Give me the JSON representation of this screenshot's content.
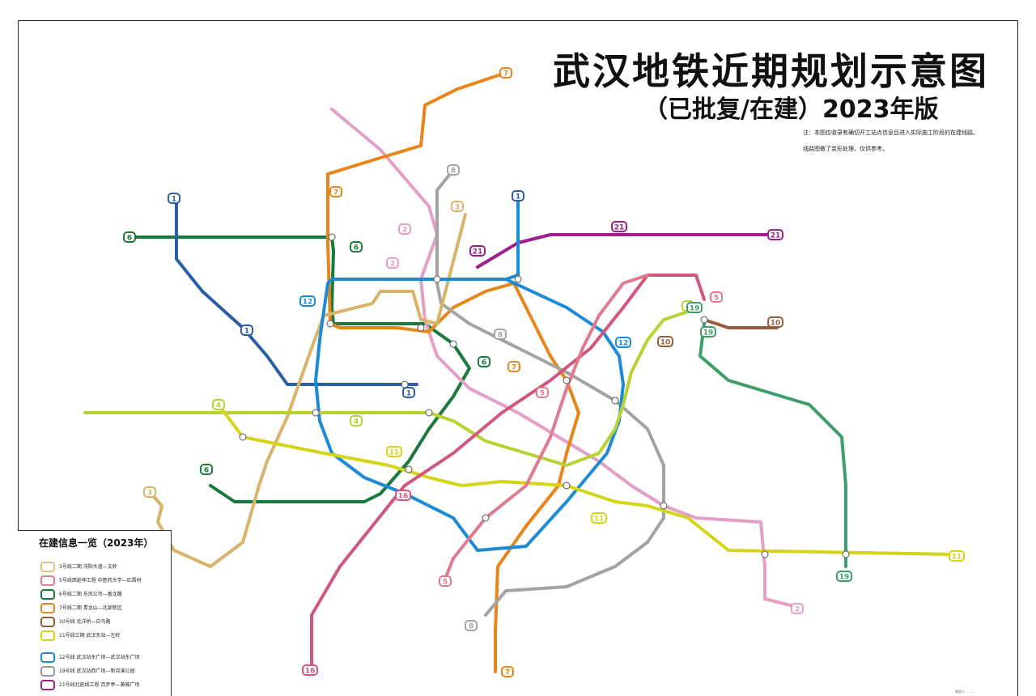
{
  "title": "武汉地铁近期规划示意图",
  "subtitle": "（已批复/在建）2023年版",
  "notes": [
    "注：本图仅收录有确切开工站点信息且进入实际施工阶段的在建线路。",
    "线路图做了变形处理，仅供参考。"
  ],
  "legend": {
    "title": "在建信息一览（2023年）",
    "items": [
      {
        "color": "#e9c27a",
        "text": "3号线二期  沌阳大道—文岭"
      },
      {
        "color": "#e07a8f",
        "text": "5号线西延伸工程  中医药大学—红霞村"
      },
      {
        "color": "#1a7a3c",
        "text": "6号线二期  东风公司—香龙路"
      },
      {
        "color": "#e8851a",
        "text": "7号线二期  青龙山—北部新区"
      },
      {
        "color": "#9a5b3c",
        "text": "10号线  北洋桥—白马路"
      },
      {
        "color": "#d6d419",
        "text": "11号线三期  武汉东站—左岭"
      },
      {
        "color": "#1d8ad6",
        "text": "12号线  武汉站东广场—武汉站东广场"
      },
      {
        "color": "#9a9a9a",
        "text": "19号线  武汉站西广场—新月溪公园"
      },
      {
        "color": "#9b1f8c",
        "text": "21号线北延线工程  百步亭—黄陂广场"
      }
    ]
  },
  "line_colors": {
    "1": "#2a5ea8",
    "2": "#e59ec6",
    "3": "#d7b46a",
    "4": "#b9d233",
    "5": "#e07a8f",
    "6": "#1a7a3c",
    "7": "#e8851a",
    "8": "#a3a3a3",
    "10": "#9a5b3c",
    "11": "#d6d419",
    "12": "#1d8ad6",
    "16": "#d2577d",
    "19": "#3e9e6a",
    "21": "#9b1f8c"
  },
  "line_badges": [
    {
      "label": "1"
    },
    {
      "label": "1"
    },
    {
      "label": "1"
    },
    {
      "label": "1"
    },
    {
      "label": "2"
    },
    {
      "label": "2"
    },
    {
      "label": "2"
    },
    {
      "label": "3"
    },
    {
      "label": "3"
    },
    {
      "label": "4"
    },
    {
      "label": "4"
    },
    {
      "label": "4"
    },
    {
      "label": "5"
    },
    {
      "label": "5"
    },
    {
      "label": "5"
    },
    {
      "label": "6"
    },
    {
      "label": "6"
    },
    {
      "label": "6"
    },
    {
      "label": "6"
    },
    {
      "label": "7"
    },
    {
      "label": "7"
    },
    {
      "label": "7"
    },
    {
      "label": "7"
    },
    {
      "label": "8"
    },
    {
      "label": "8"
    },
    {
      "label": "8"
    },
    {
      "label": "10"
    },
    {
      "label": "10"
    },
    {
      "label": "11"
    },
    {
      "label": "11"
    },
    {
      "label": "11"
    },
    {
      "label": "12"
    },
    {
      "label": "12"
    },
    {
      "label": "16"
    },
    {
      "label": "16"
    },
    {
      "label": "19"
    },
    {
      "label": "19"
    },
    {
      "label": "19"
    },
    {
      "label": "21"
    },
    {
      "label": "21"
    },
    {
      "label": "21"
    }
  ],
  "footer": "制图人：……"
}
